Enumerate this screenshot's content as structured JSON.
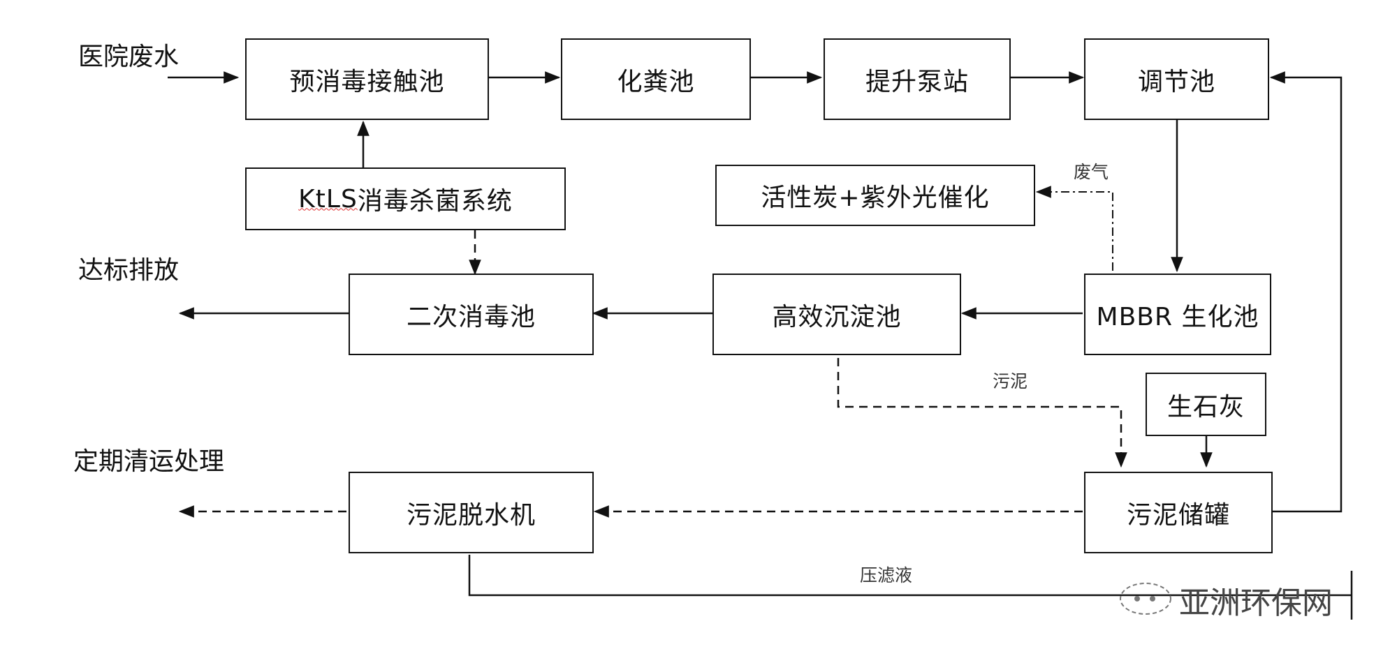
{
  "nodes": {
    "pre_disinfection": "预消毒接触池",
    "septic_tank": "化粪池",
    "lift_pump": "提升泵站",
    "regulating_tank": "调节池",
    "ktls_system_code": "KtLS",
    "ktls_system_rest": " 消毒杀菌系统",
    "activated_carbon_uv": "活性炭+紫外光催化",
    "secondary_disinfection": "二次消毒池",
    "high_efficiency_settler": "高效沉淀池",
    "mbbr": "MBBR 生化池",
    "quicklime": "生石灰",
    "sludge_dewater": "污泥脱水机",
    "sludge_tank": "污泥储罐"
  },
  "labels": {
    "hospital_wastewater": "医院废水",
    "discharge": "达标排放",
    "periodic_disposal": "定期清运处理",
    "waste_gas": "废气",
    "sludge": "污泥",
    "filtrate": "压滤液"
  },
  "watermark": "亚洲环保网"
}
